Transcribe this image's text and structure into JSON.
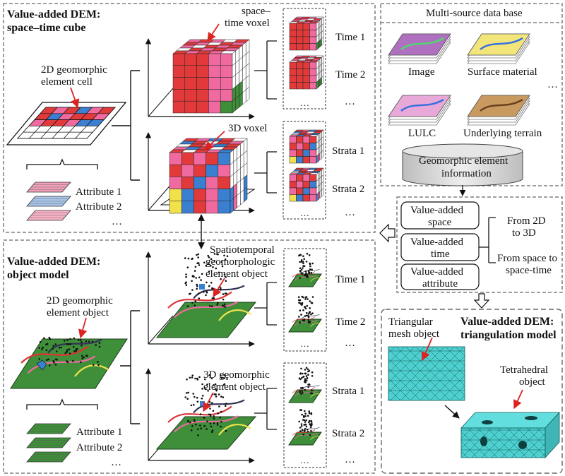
{
  "cube_panel": {
    "title_line1": "Value-added DEM:",
    "title_line2": "space–time cube",
    "cell_label_line1": "2D geomorphic",
    "cell_label_line2": "element cell",
    "voxel_st_line1": "space–",
    "voxel_st_line2": "time voxel",
    "voxel_3d": "3D voxel",
    "attr1": "Attribute 1",
    "attr2": "Attribute 2",
    "ellipsis": "…",
    "time1": "Time 1",
    "time2": "Time 2",
    "strata1": "Strata 1",
    "strata2": "Strata 2"
  },
  "object_panel": {
    "title_line1": "Value-added DEM:",
    "title_line2": "object model",
    "obj2d_line1": "2D geomorphic",
    "obj2d_line2": "element object",
    "st_obj_line1": "Spatiotemporal",
    "st_obj_line2": "geomorphologic",
    "st_obj_line3": "element object",
    "obj3d_line1": "3D geomorphic",
    "obj3d_line2": "element object",
    "attr1": "Attribute 1",
    "attr2": "Attribute 2",
    "ellipsis": "…",
    "time1": "Time 1",
    "time2": "Time 2",
    "strata1": "Strata 1",
    "strata2": "Strata 2"
  },
  "data_base": {
    "title": "Multi-source data base",
    "image": "Image",
    "surface": "Surface material",
    "lulc": "LULC",
    "terrain": "Underlying terrain",
    "ellipsis": "…",
    "cyl_line1": "Geomorphic element",
    "cyl_line2": "information"
  },
  "value_added": {
    "space": "Value-added space",
    "space_l1": "Value-added",
    "space_l2": "space",
    "time_l1": "Value-added",
    "time_l2": "time",
    "attr_l1": "Value-added",
    "attr_l2": "attribute",
    "from2d_l1": "From 2D",
    "from2d_l2": "to 3D",
    "fromst_l1": "From space to",
    "fromst_l2": "space-time"
  },
  "tri_panel": {
    "title_line1": "Value-added DEM:",
    "title_line2": "triangulation model",
    "mesh_l1": "Triangular",
    "mesh_l2": "mesh object",
    "tet_l1": "Tetrahedral",
    "tet_l2": "object"
  },
  "colors": {
    "red": "#e23a3a",
    "pink": "#f06aa0",
    "blue": "#3a7fd0",
    "yellow": "#f2e24a",
    "green": "#3f8f3a",
    "cyan": "#3fc8cc"
  }
}
